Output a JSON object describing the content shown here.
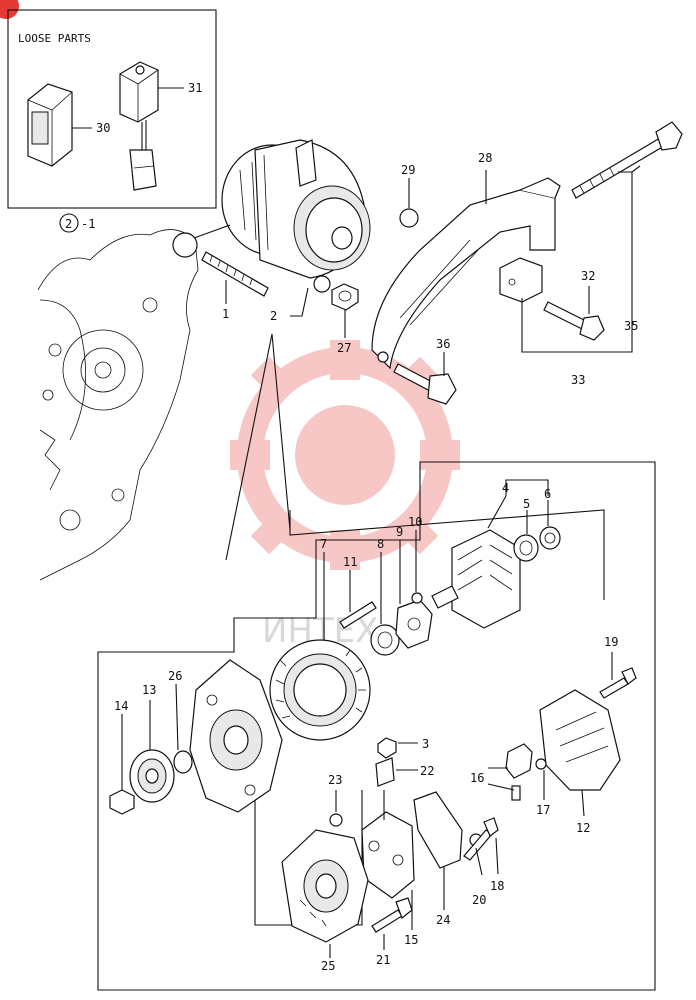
{
  "loose_parts_title": "LOOSE PARTS",
  "watermark": "ИНТЕХ",
  "brand_color": "#e53935",
  "callouts": {
    "c1": "1",
    "c2": "2",
    "c2_1": "2",
    "c2_1_suffix": "-1",
    "c3": "3",
    "c4": "4",
    "c5": "5",
    "c6": "6",
    "c7": "7",
    "c8": "8",
    "c9": "9",
    "c10": "10",
    "c11": "11",
    "c12": "12",
    "c13": "13",
    "c14": "14",
    "c15": "15",
    "c16": "16",
    "c17": "17",
    "c18": "18",
    "c19": "19",
    "c20": "20",
    "c21": "21",
    "c22": "22",
    "c23": "23",
    "c24": "24",
    "c25": "25",
    "c26": "26",
    "c27": "27",
    "c28": "28",
    "c29": "29",
    "c30": "30",
    "c31": "31",
    "c32": "32",
    "c33": "33",
    "c35": "35",
    "c36": "36"
  }
}
